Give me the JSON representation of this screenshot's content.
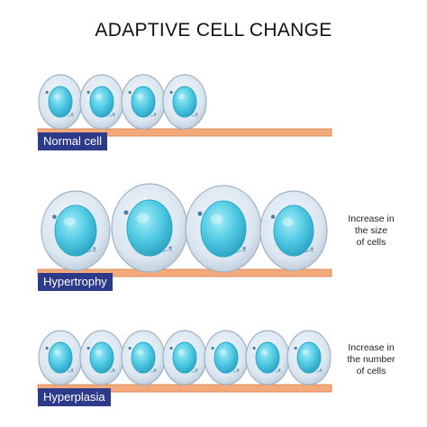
{
  "title": "ADAPTIVE CELL CHANGE",
  "rows": [
    {
      "label": "Normal cell",
      "description": ""
    },
    {
      "label": "Hypertrophy",
      "description": [
        "Increase in",
        "the size",
        "of cells"
      ]
    },
    {
      "label": "Hyperplasia",
      "description": [
        "Increase in",
        "the number",
        "of cells"
      ]
    }
  ],
  "colors": {
    "label_bg": "#2d3a8a",
    "membrane_fill": "#f3a97a",
    "membrane_edge": "#d88f60",
    "cytoplasm": "#dde8f2",
    "nucleus": "#4ec9e3",
    "nucleus_edge": "#2aa9c8"
  }
}
